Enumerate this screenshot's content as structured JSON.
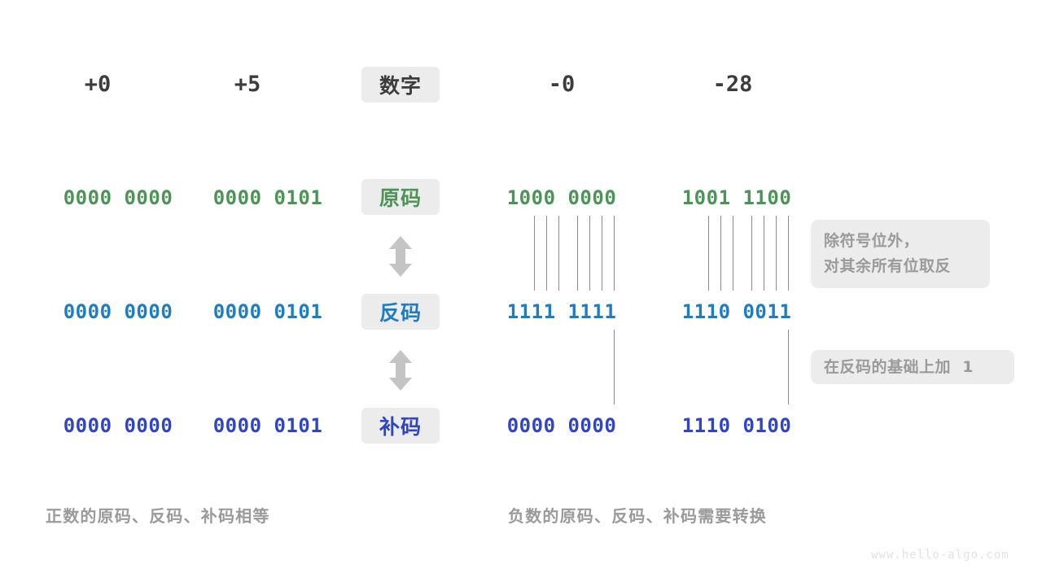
{
  "page": {
    "watermark": "www.hello-algo.com",
    "accent_green": "#4b9456",
    "accent_blue": "#1e7cc4",
    "accent_indigo": "#3144c2",
    "chip_bg": "#ececec",
    "muted": "#9a9a9a"
  },
  "header": {
    "row_label": "数字",
    "columns": [
      {
        "value": "+0"
      },
      {
        "value": "+5"
      },
      {
        "value": "-0"
      },
      {
        "value": "-28"
      }
    ]
  },
  "rows": [
    {
      "label": "原码",
      "color": "#4b9456",
      "cells": [
        "0000 0000",
        "0000 0101",
        "1000 0000",
        "1001 1100"
      ]
    },
    {
      "label": "反码",
      "color": "#1e7cc4",
      "cells": [
        "0000 0000",
        "0000 0101",
        "1111 1111",
        "1110 0011"
      ]
    },
    {
      "label": "补码",
      "color": "#3144c2",
      "cells": [
        "0000 0000",
        "0000 0101",
        "0000 0000",
        "1110 0100"
      ]
    }
  ],
  "notes": [
    {
      "lines": [
        "除符号位外，",
        "对其余所有位取反"
      ]
    },
    {
      "lines": [
        "在反码的基础上加  1"
      ]
    }
  ],
  "captions": {
    "left": "正数的原码、反码、补码相等",
    "right": "负数的原码、反码、补码需要转换"
  },
  "arrows": {
    "icon": "double-vertical-arrow-icon",
    "count": 2
  }
}
